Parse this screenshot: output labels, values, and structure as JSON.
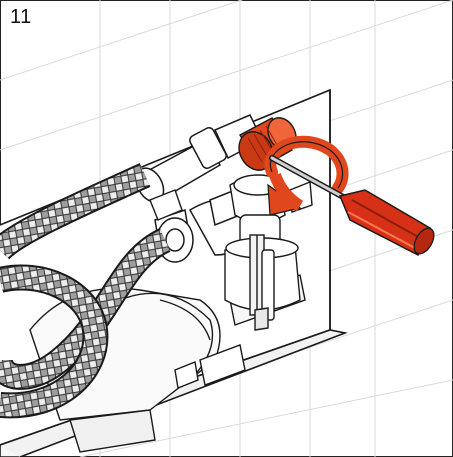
{
  "step": {
    "number": "11"
  },
  "colors": {
    "knob": "#e0471c",
    "screwdriver_handle": "#d63116",
    "arrow": "#e0471c",
    "grid": "#d9d9d9",
    "line": "#1a1a1a",
    "braid_light": "#bdbdbd",
    "braid_dark": "#3c3c3c"
  },
  "icons": {
    "rotate_arrow": "curved-rotation-arrow",
    "tool": "flathead-screwdriver",
    "part": "valve-cap"
  }
}
